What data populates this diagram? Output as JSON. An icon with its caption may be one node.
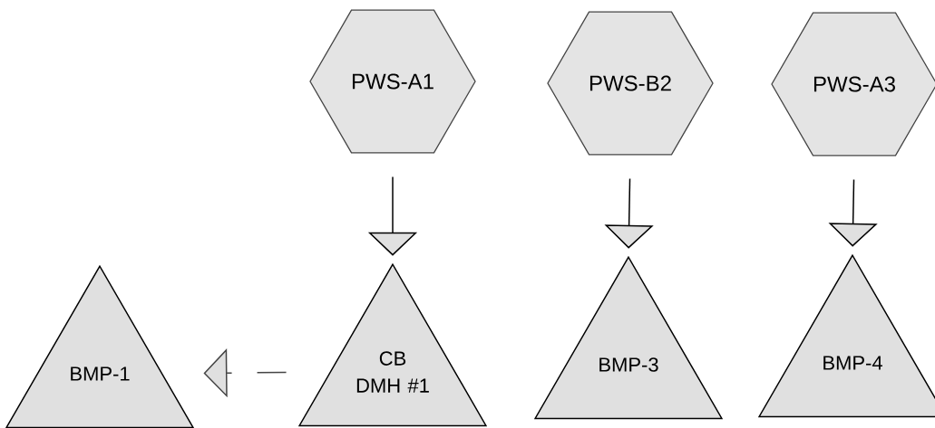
{
  "diagram": {
    "nodes": [
      {
        "text": [
          "PWS-A1"
        ]
      },
      {
        "text": [
          "PWS-B2"
        ]
      },
      {
        "text": [
          "PWS-A3"
        ]
      },
      {
        "text": [
          "BMP-1"
        ]
      },
      {
        "text": [
          "CB DMH #1"
        ]
      },
      {
        "text": [
          "BMP-3"
        ]
      },
      {
        "text": [
          "BMP-4"
        ]
      }
    ],
    "edges": [
      {
        "from": 0,
        "to": 4,
        "arrow": "to"
      },
      {
        "from": 1,
        "to": 5,
        "arrow": "to"
      },
      {
        "from": 2,
        "to": 6,
        "arrow": "to"
      },
      {
        "from": 4,
        "to": 3,
        "arrow": "to",
        "style": "dashed"
      }
    ]
  }
}
